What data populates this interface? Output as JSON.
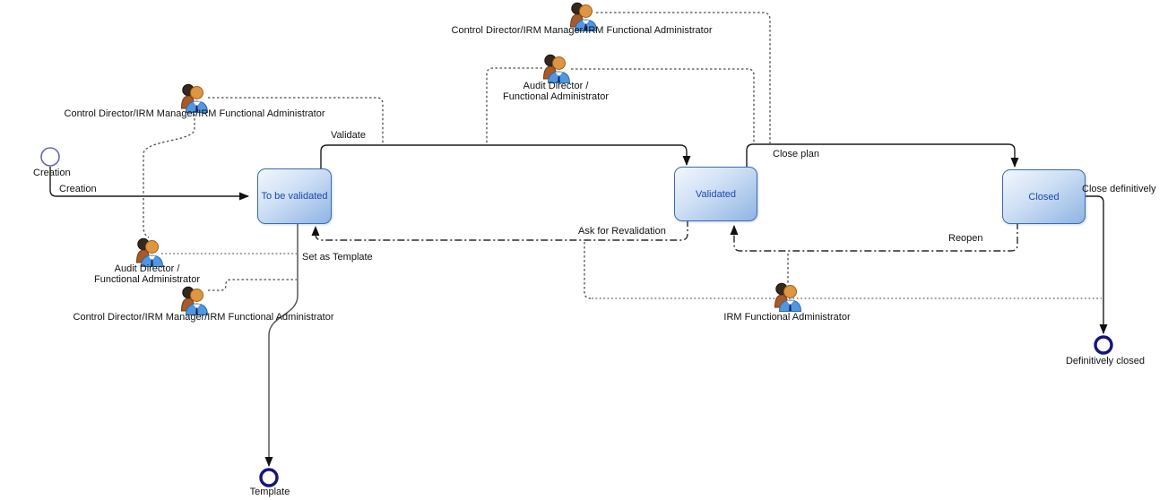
{
  "diagram": {
    "states": [
      {
        "id": "to_be_validated",
        "label": "To be validated"
      },
      {
        "id": "validated",
        "label": "Validated"
      },
      {
        "id": "closed",
        "label": "Closed"
      }
    ],
    "start_event": {
      "label": "Creation"
    },
    "end_events": [
      {
        "id": "template",
        "label": "Template"
      },
      {
        "id": "definitively_closed",
        "label": "Definitively closed"
      }
    ],
    "transitions": [
      {
        "label": "Creation",
        "from": "start",
        "to": "To be validated"
      },
      {
        "label": "Validate",
        "from": "To be validated",
        "to": "Validated"
      },
      {
        "label": "Close plan",
        "from": "Validated",
        "to": "Closed"
      },
      {
        "label": "Close definitively",
        "from": "Closed",
        "to": "Definitively closed"
      },
      {
        "label": "Ask for Revalidation",
        "from": "Validated",
        "to": "To be validated"
      },
      {
        "label": "Reopen",
        "from": "Closed",
        "to": "Validated"
      },
      {
        "label": "Set as Template",
        "from": "To be validated",
        "to": "Template"
      }
    ],
    "actors": [
      {
        "id": "control-director-top",
        "label": "Control Director/IRM Manager/IRM Functional Administrator",
        "performs": [
          "Close plan"
        ]
      },
      {
        "id": "audit-director-top",
        "label": "Audit Director / Functional Administrator",
        "lines": [
          "Audit Director /",
          "Functional Administrator"
        ],
        "performs": [
          "Validate",
          "Close plan"
        ]
      },
      {
        "id": "control-director-left",
        "label": "Control Director/IRM Manager/IRM Functional Administrator",
        "performs": [
          "Creation",
          "Validate"
        ]
      },
      {
        "id": "audit-director-left",
        "label": "Audit Director / Functional Administrator",
        "lines": [
          "Audit Director /",
          "Functional Administrator"
        ],
        "performs": [
          "Creation",
          "Set as Template"
        ]
      },
      {
        "id": "control-director-bottom",
        "label": "Control Director/IRM Manager/IRM Functional Administrator",
        "performs": [
          "Set as Template"
        ]
      },
      {
        "id": "irm-functional-administrator",
        "label": "IRM Functional Administrator",
        "performs": [
          "Ask for Revalidation",
          "Reopen",
          "Close definitively"
        ]
      }
    ],
    "colors": {
      "state_border": "#3b6cb0",
      "state_text": "#2247ad",
      "state_fill_light": "#f2f7fd",
      "state_fill_dark": "#8fb4e3",
      "end_event_ring": "#15157e",
      "start_event_ring": "#6668b5",
      "line": "#1c1c1c"
    }
  }
}
